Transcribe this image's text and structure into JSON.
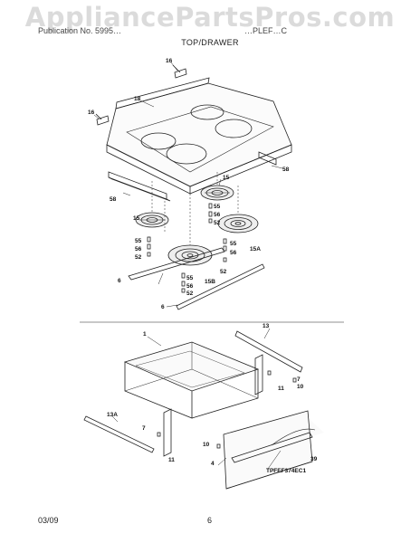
{
  "watermark": "AppliancePartsPros.com",
  "header": {
    "publication": "Publication No. 5995…",
    "model": "…PLEF…C",
    "section_title": "TOP/DRAWER"
  },
  "footer": {
    "date": "03/09",
    "page": "6"
  },
  "callouts": {
    "c1": "16",
    "c2": "18",
    "c3": "16",
    "c4": "58",
    "c5": "58",
    "c6": "15",
    "c7": "55",
    "c8": "56",
    "c9": "52",
    "c10": "15",
    "c11": "55",
    "c12": "56",
    "c13": "52",
    "c14": "55",
    "c15": "56",
    "c16": "15A",
    "c17": "52",
    "c18": "55",
    "c19": "56",
    "c20": "52",
    "c21": "15B",
    "c22": "6",
    "c23": "6",
    "c24": "13",
    "c25": "1",
    "c26": "7",
    "c27": "10",
    "c28": "11",
    "c29": "13A",
    "c30": "7",
    "c31": "11",
    "c32": "10",
    "c33": "39",
    "c34": "4"
  },
  "figure_code": "TPFEF374EC1"
}
